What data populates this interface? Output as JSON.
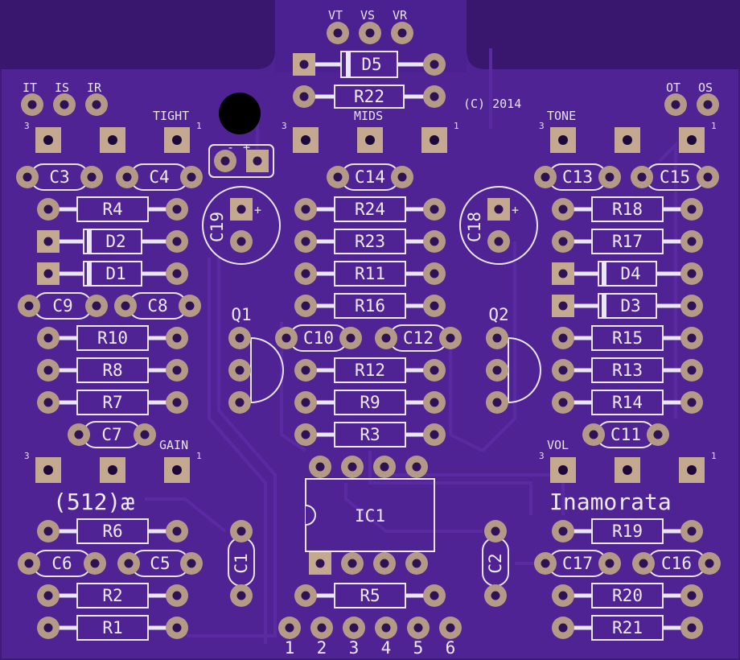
{
  "colors": {
    "board": "#4f2393",
    "board_edge": "#3f1a7a",
    "cutout": "#3a176f",
    "silk": "#eae6f4",
    "pad_copper": "#b49a86",
    "pad_hole": "#2e1256",
    "square_pad": "#c4a890",
    "trace": "#5a2aa3",
    "mount_hole": "#000000"
  },
  "text": {
    "header_pads": [
      "VT",
      "VS",
      "VR"
    ],
    "input_pads": [
      "IT",
      "IS",
      "IR"
    ],
    "output_pads": [
      "OT",
      "OS"
    ],
    "copyright": "(C) 2014",
    "brand": "(512)æ",
    "title": "Inamorata",
    "pot_tight": "TIGHT",
    "pot_mids": "MIDS",
    "pot_tone": "TONE",
    "pot_gain": "GAIN",
    "pot_vol": "VOL",
    "pin3": "3",
    "pin1": "1",
    "pol_minus": "-",
    "pol_plus": "+",
    "pin_numbers": [
      "1",
      "2",
      "3",
      "4",
      "5",
      "6"
    ]
  },
  "resistors": {
    "R1": "R1",
    "R2": "R2",
    "R3": "R3",
    "R4": "R4",
    "R5": "R5",
    "R6": "R6",
    "R7": "R7",
    "R8": "R8",
    "R9": "R9",
    "R10": "R10",
    "R11": "R11",
    "R12": "R12",
    "R13": "R13",
    "R14": "R14",
    "R15": "R15",
    "R16": "R16",
    "R17": "R17",
    "R18": "R18",
    "R19": "R19",
    "R20": "R20",
    "R21": "R21",
    "R22": "R22",
    "R23": "R23",
    "R24": "R24"
  },
  "capacitors": {
    "C1": "C1",
    "C2": "C2",
    "C3": "C3",
    "C4": "C4",
    "C5": "C5",
    "C6": "C6",
    "C7": "C7",
    "C8": "C8",
    "C9": "C9",
    "C10": "C10",
    "C11": "C11",
    "C12": "C12",
    "C13": "C13",
    "C14": "C14",
    "C15": "C15",
    "C16": "C16",
    "C17": "C17",
    "C18": "C18",
    "C19": "C19"
  },
  "diodes": {
    "D1": "D1",
    "D2": "D2",
    "D3": "D3",
    "D4": "D4",
    "D5": "D5"
  },
  "transistors": {
    "Q1": "Q1",
    "Q2": "Q2"
  },
  "ic": {
    "IC1": "IC1"
  }
}
